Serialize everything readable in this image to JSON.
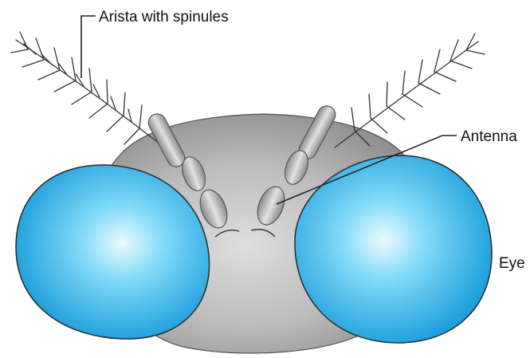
{
  "labels": {
    "arista": "Arista with spinules",
    "antenna": "Antenna",
    "eye": "Eye"
  },
  "colors": {
    "head": "#a9a9a9",
    "head_light": "#d6d6d6",
    "eye_center": "#e8f8ff",
    "eye_mid": "#5fd0f5",
    "eye_edge": "#1aa3e0",
    "line": "#222222"
  }
}
